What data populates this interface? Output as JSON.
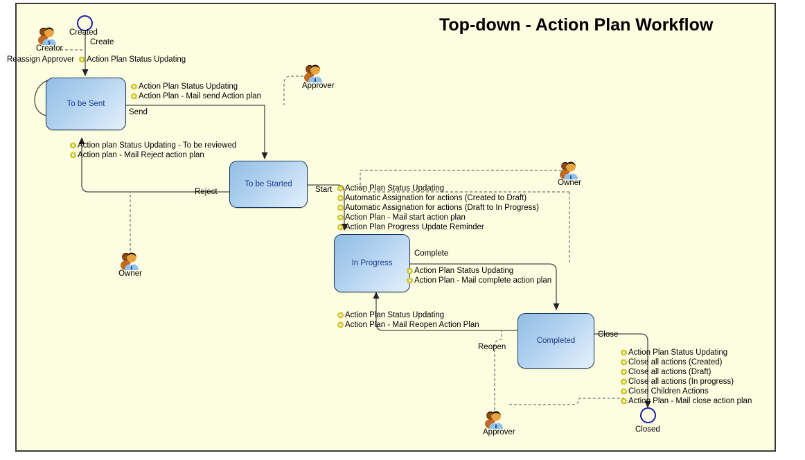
{
  "diagram": {
    "title": "Top-down - Action Plan Workflow",
    "background_color": "#fdfde1",
    "border_color": "#3a3a3a",
    "state_fill_color": "#aed0ee",
    "state_border_color": "#17365d",
    "state_text_color": "#1f3d8a",
    "gear_color": "#e3d600",
    "start_node_color": "#1a1aa8"
  },
  "nodes": {
    "created": {
      "label": "Created",
      "kind": "initial-node"
    },
    "closed": {
      "label": "Closed",
      "kind": "final-node"
    },
    "to_be_sent": {
      "label": "To be Sent",
      "kind": "state"
    },
    "to_be_started": {
      "label": "To be Started",
      "kind": "state"
    },
    "in_progress": {
      "label": "In Progress",
      "kind": "state"
    },
    "completed": {
      "label": "Completed",
      "kind": "state"
    }
  },
  "actors": [
    {
      "id": "creator",
      "label": "Creator",
      "icon": "users-icon"
    },
    {
      "id": "approver_top",
      "label": "Approver",
      "icon": "users-icon"
    },
    {
      "id": "owner_left",
      "label": "Owner",
      "icon": "users-icon"
    },
    {
      "id": "owner_right",
      "label": "Owner",
      "icon": "users-icon"
    },
    {
      "id": "approver_bottom",
      "label": "Approver",
      "icon": "users-icon"
    }
  ],
  "transitions": {
    "create": {
      "label": "Create",
      "from": "created",
      "to": "to_be_sent",
      "actions": [
        "Action Plan Status Updating"
      ]
    },
    "reassign_approver": {
      "label": "Reassign Approver",
      "from": "to_be_sent",
      "to": "to_be_sent",
      "actions": []
    },
    "send": {
      "label": "Send",
      "from": "to_be_sent",
      "to": "to_be_started",
      "actions": [
        "Action Plan Status Updating",
        "Action Plan - Mail send Action plan"
      ]
    },
    "reject": {
      "label": "Reject",
      "from": "to_be_started",
      "to": "to_be_sent",
      "actions": [
        "Action plan Status Updating - To be reviewed",
        "Action plan - Mail Reject action plan"
      ]
    },
    "start": {
      "label": "Start",
      "from": "to_be_started",
      "to": "in_progress",
      "actions": [
        "Action Plan Status Updating",
        "Automatic Assignation for actions (Created to Draft)",
        "Automatic Assignation for actions (Draft to In Progress)",
        "Action Plan - Mail start action plan",
        "Action Plan Progress Update Reminder"
      ]
    },
    "complete": {
      "label": "Complete",
      "from": "in_progress",
      "to": "completed",
      "actions": [
        "Action Plan Status Updating",
        "Action Plan - Mail complete action plan"
      ]
    },
    "reopen": {
      "label": "Reopen",
      "from": "completed",
      "to": "in_progress",
      "actions": [
        "Action Plan Status Updating",
        "Action Plan - Mail Reopen Action Plan"
      ]
    },
    "close": {
      "label": "Close",
      "from": "completed",
      "to": "closed",
      "actions": [
        "Action Plan Status Updating",
        "Close all actions (Created)",
        "Close all actions (Draft)",
        "Close all actions (In progress)",
        "Close Children Actions",
        "Action Plan - Mail close action plan"
      ]
    }
  }
}
